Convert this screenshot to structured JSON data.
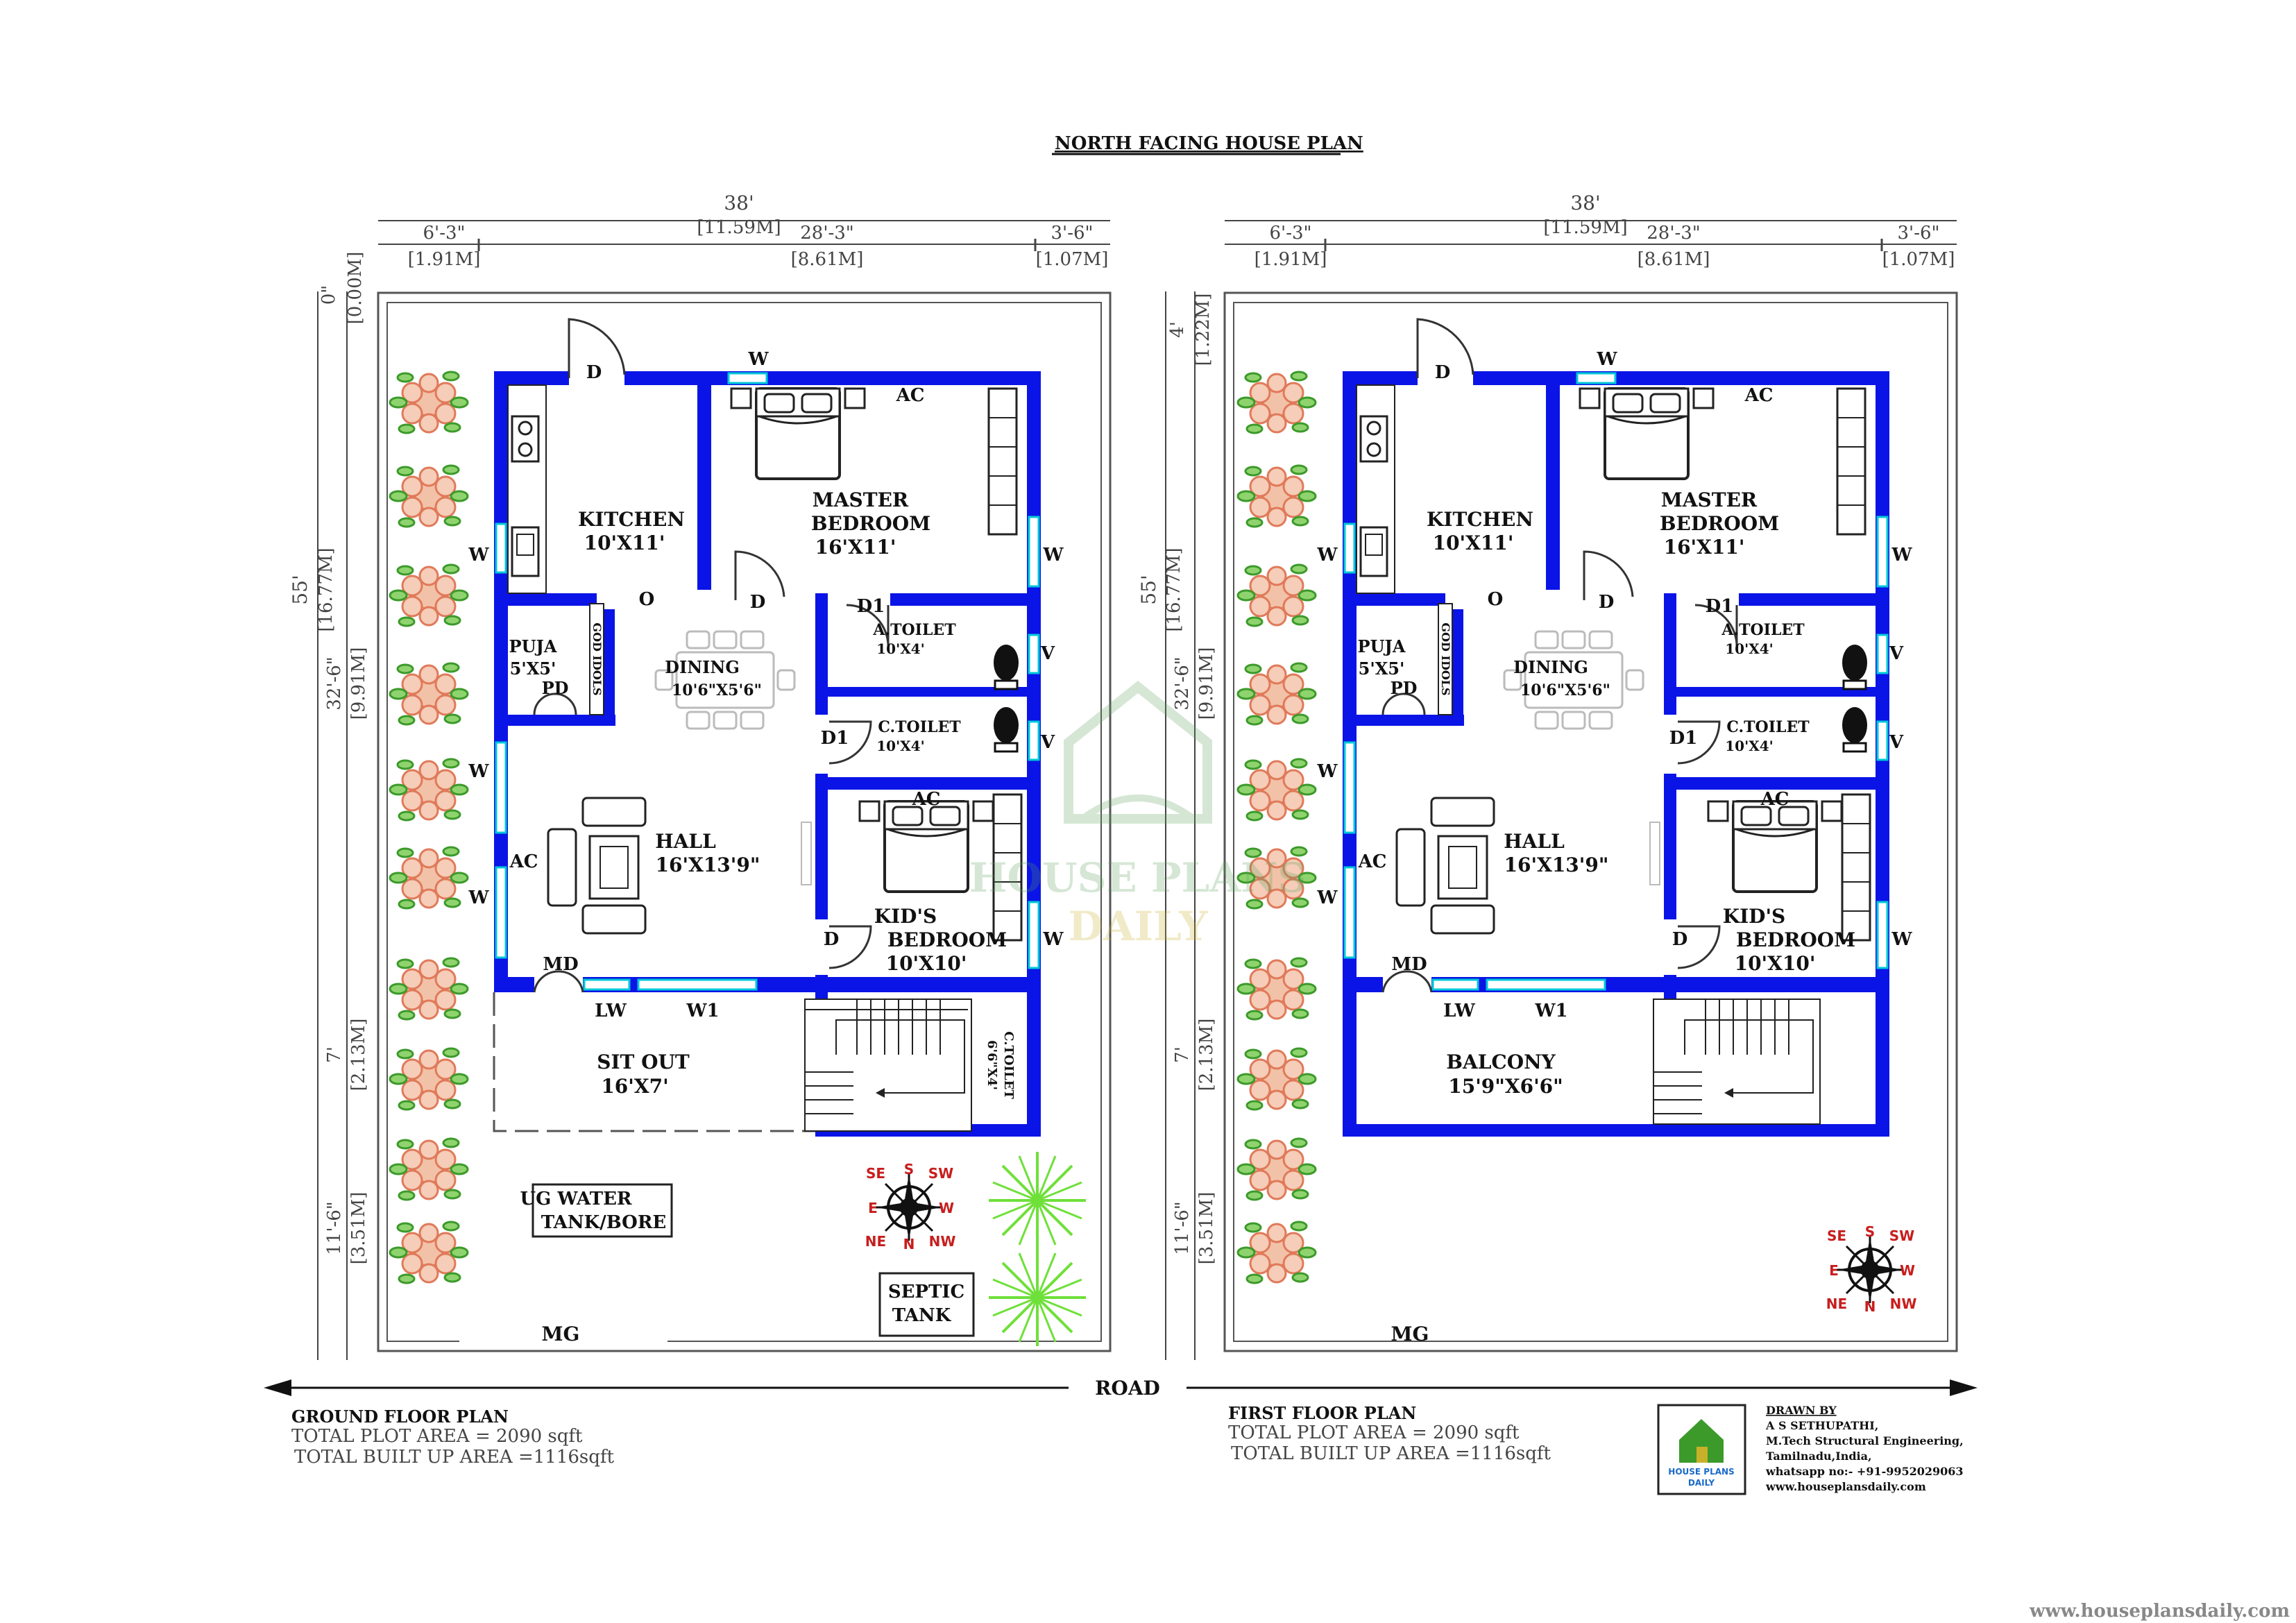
{
  "title": "NORTH FACING HOUSE PLAN",
  "road": "ROAD",
  "colors": {
    "wall": "#0a14e6",
    "window": "#00c8d8",
    "tree": "#e07a5a",
    "leaf": "#3c9a2a",
    "palm": "#6fe03a",
    "compass_red": "#c81e1e"
  },
  "dims": {
    "total_ft": "38'",
    "total_m": "[11.59M]",
    "d1_ft": "6'-3\"",
    "d1_m": "[1.91M]",
    "d2_ft": "28'-3\"",
    "d2_m": "[8.61M]",
    "d3_ft": "3'-6\"",
    "d3_m": "[1.07M]",
    "depth_ft": "55'",
    "depth_m": "[16.77M]",
    "front_ft": "32'-6\"",
    "front_m": "[9.91M]",
    "sit_ft": "7'",
    "sit_m": "[2.13M]",
    "back_ft": "11'-6\"",
    "back_m": "[3.51M]",
    "gf_top_ft": "0\"",
    "gf_top_m": "[0.00M]",
    "ff_top_ft": "4'",
    "ff_top_m": "[1.22M]"
  },
  "rooms": {
    "kitchen": "KITCHEN",
    "kitchen_size": "10'X11'",
    "master": "MASTER",
    "master2": "BEDROOM",
    "master_size": "16'X11'",
    "puja": "PUJA",
    "puja_size": "5'X5'",
    "pd": "PD",
    "god": "GOD IDOLS",
    "dining": "DINING",
    "dining_size": "10'6\"X5'6\"",
    "atoilet": "A.TOILET",
    "atoilet_size": "10'X4'",
    "ctoilet": "C.TOILET",
    "ctoilet_size": "10'X4'",
    "hall": "HALL",
    "hall_size": "16'X13'9\"",
    "kids": "KID'S",
    "kids2": "BEDROOM",
    "kids_size": "10'X10'",
    "sitout": "SIT OUT",
    "sitout_size": "16'X7'",
    "balcony": "BALCONY",
    "balcony_size": "15'9\"X6'6\"",
    "ctoilet_stair": "C.TOILET",
    "ctoilet_stair_size": "6'6\"X4'"
  },
  "marks": {
    "d": "D",
    "d1": "D1",
    "w": "W",
    "w1": "W1",
    "lw": "LW",
    "md": "MD",
    "ac": "AC",
    "o": "O",
    "v": "V",
    "mg": "MG"
  },
  "ground": {
    "tank1": "UG WATER",
    "tank2": "TANK/BORE",
    "septic1": "SEPTIC",
    "septic2": "TANK",
    "caption": "GROUND FLOOR PLAN",
    "plot": "TOTAL PLOT AREA = 2090 sqft",
    "built": "TOTAL BUILT UP AREA =1116sqft"
  },
  "first": {
    "caption": "FIRST FLOOR PLAN",
    "plot": "TOTAL PLOT AREA = 2090 sqft",
    "built": "TOTAL BUILT UP AREA =1116sqft"
  },
  "compass": {
    "s": "S",
    "se": "SE",
    "sw": "SW",
    "e": "E",
    "w": "W",
    "ne": "NE",
    "n": "N",
    "nw": "NW"
  },
  "credit": {
    "drawn_by": "DRAWN BY",
    "name": "A S SETHUPATHI,",
    "degree": "M.Tech Structural Engineering,",
    "place": "Tamilnadu,India,",
    "phone": "whatsapp no:- +91-9952029063",
    "web": "www.houseplansdaily.com",
    "logo1": "HOUSE PLANS",
    "logo2": "DAILY"
  },
  "watermark": {
    "line1": "HOUSE PLANS",
    "line2": "DAILY"
  },
  "footer_url": "www.houseplansdaily.com"
}
